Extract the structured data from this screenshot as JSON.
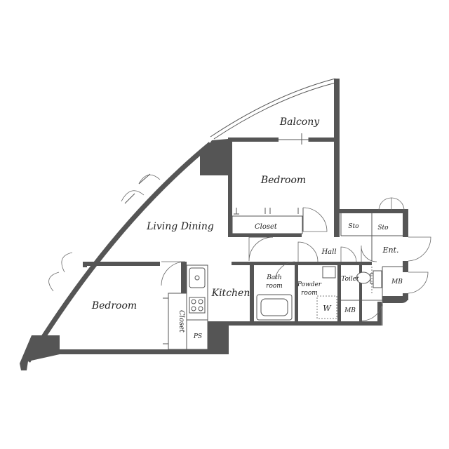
{
  "rooms": {
    "balcony": "Balcony",
    "bedroom_north": "Bedroom",
    "closet_north": "Closet",
    "living_dining": "Living Dining",
    "bedroom_west": "Bedroom",
    "closet_west": "Closet",
    "ps": "PS",
    "kitchen": "Kitchen",
    "bath_line1": "Bath",
    "bath_line2": "room",
    "powder_line1": "Powder",
    "powder_line2": "room",
    "washer": "W",
    "hall": "Hall",
    "storage_1": "Sto",
    "storage_2": "Sto",
    "entrance": "Ent.",
    "toilet": "Toilet",
    "mb_1": "MB",
    "mb_2": "MB"
  },
  "colors": {
    "wall": "#555555",
    "background": "#ffffff",
    "text": "#222222"
  }
}
